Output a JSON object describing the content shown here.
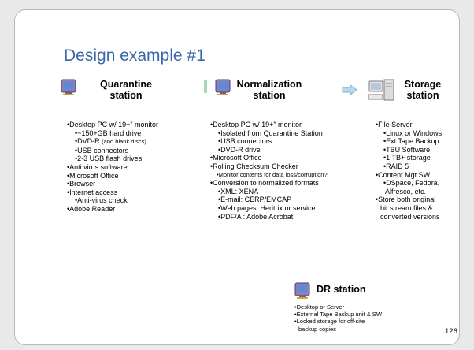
{
  "title": "Design example #1",
  "columns": [
    {
      "name_line1": "Quarantine",
      "name_line2": "station",
      "icon": "computer-monitor-icon",
      "items": [
        {
          "level": 1,
          "text": "Desktop PC w/ 19+” monitor"
        },
        {
          "level": 2,
          "text": "~150+GB hard drive"
        },
        {
          "level": 2,
          "text": "DVD-R",
          "small": "(and blank discs)"
        },
        {
          "level": 2,
          "text": "USB connectors"
        },
        {
          "level": 2,
          "text": "2-3 USB flash drives"
        },
        {
          "level": 1,
          "text": "Anti virus software"
        },
        {
          "level": 1,
          "text": "Microsoft Office"
        },
        {
          "level": 1,
          "text": "Browser"
        },
        {
          "level": 1,
          "text": "Internet access"
        },
        {
          "level": 2,
          "text": "Anti-virus check"
        },
        {
          "level": 1,
          "text": "Adobe Reader"
        }
      ]
    },
    {
      "name_line1": "Normalization",
      "name_line2": "station",
      "icon": "computer-monitor-icon",
      "items": [
        {
          "level": 1,
          "text": "Desktop PC w/ 19+” monitor"
        },
        {
          "level": 2,
          "text": "Isolated from  Quarantine Station"
        },
        {
          "level": 2,
          "text": "USB connectors"
        },
        {
          "level": 2,
          "text": "DVD-R drive"
        },
        {
          "level": 1,
          "text": "Microsoft Office"
        },
        {
          "level": 1,
          "text": "Rolling Checksum Checker"
        },
        {
          "level": "2s",
          "text": "Monitor contents for data loss/corruption?"
        },
        {
          "level": 1,
          "text": "Conversion to normalized formats"
        },
        {
          "level": 2,
          "text": "XML: XENA"
        },
        {
          "level": 2,
          "text": "E-mail: CERP/EMCAP"
        },
        {
          "level": 2,
          "text": "Web pages: Heritrix or service"
        },
        {
          "level": 2,
          "text": "PDF/A : Adobe Acrobat"
        }
      ]
    },
    {
      "name_line1": "Storage",
      "name_line2": "station",
      "icon": "server-tower-icon",
      "items": [
        {
          "level": 1,
          "text": "File Server"
        },
        {
          "level": 2,
          "text": "Linux or Windows"
        },
        {
          "level": 2,
          "text": "Ext Tape Backup"
        },
        {
          "level": 2,
          "text": "TBU Software"
        },
        {
          "level": 2,
          "text": "1 TB+ storage"
        },
        {
          "level": 2,
          "text": "RAID 5"
        },
        {
          "level": 1,
          "text": "Content Mgt SW"
        },
        {
          "level": 2,
          "text": "DSpace, Fedora,"
        },
        {
          "level": 3,
          "text": "Alfresco, etc."
        },
        {
          "level": 1,
          "text": "Store both original"
        },
        {
          "level": 3,
          "text": "bit stream files &"
        },
        {
          "level": 3,
          "text": "converted versions"
        }
      ]
    }
  ],
  "dr_station": {
    "name": "DR station",
    "icon": "computer-monitor-icon",
    "items": [
      {
        "level": 1,
        "text": "Desktop or Server"
      },
      {
        "level": 1,
        "text": "External Tape Backup unit & SW"
      },
      {
        "level": 1,
        "text": "Locked storage for off-site"
      },
      {
        "level": 3,
        "text": "backup copies"
      }
    ]
  },
  "page_number": "126",
  "colors": {
    "title": "#3a66a8",
    "separator": "#a9d6b9",
    "arrow_fill": "#b9d9ee",
    "arrow_stroke": "#7eaed2"
  }
}
